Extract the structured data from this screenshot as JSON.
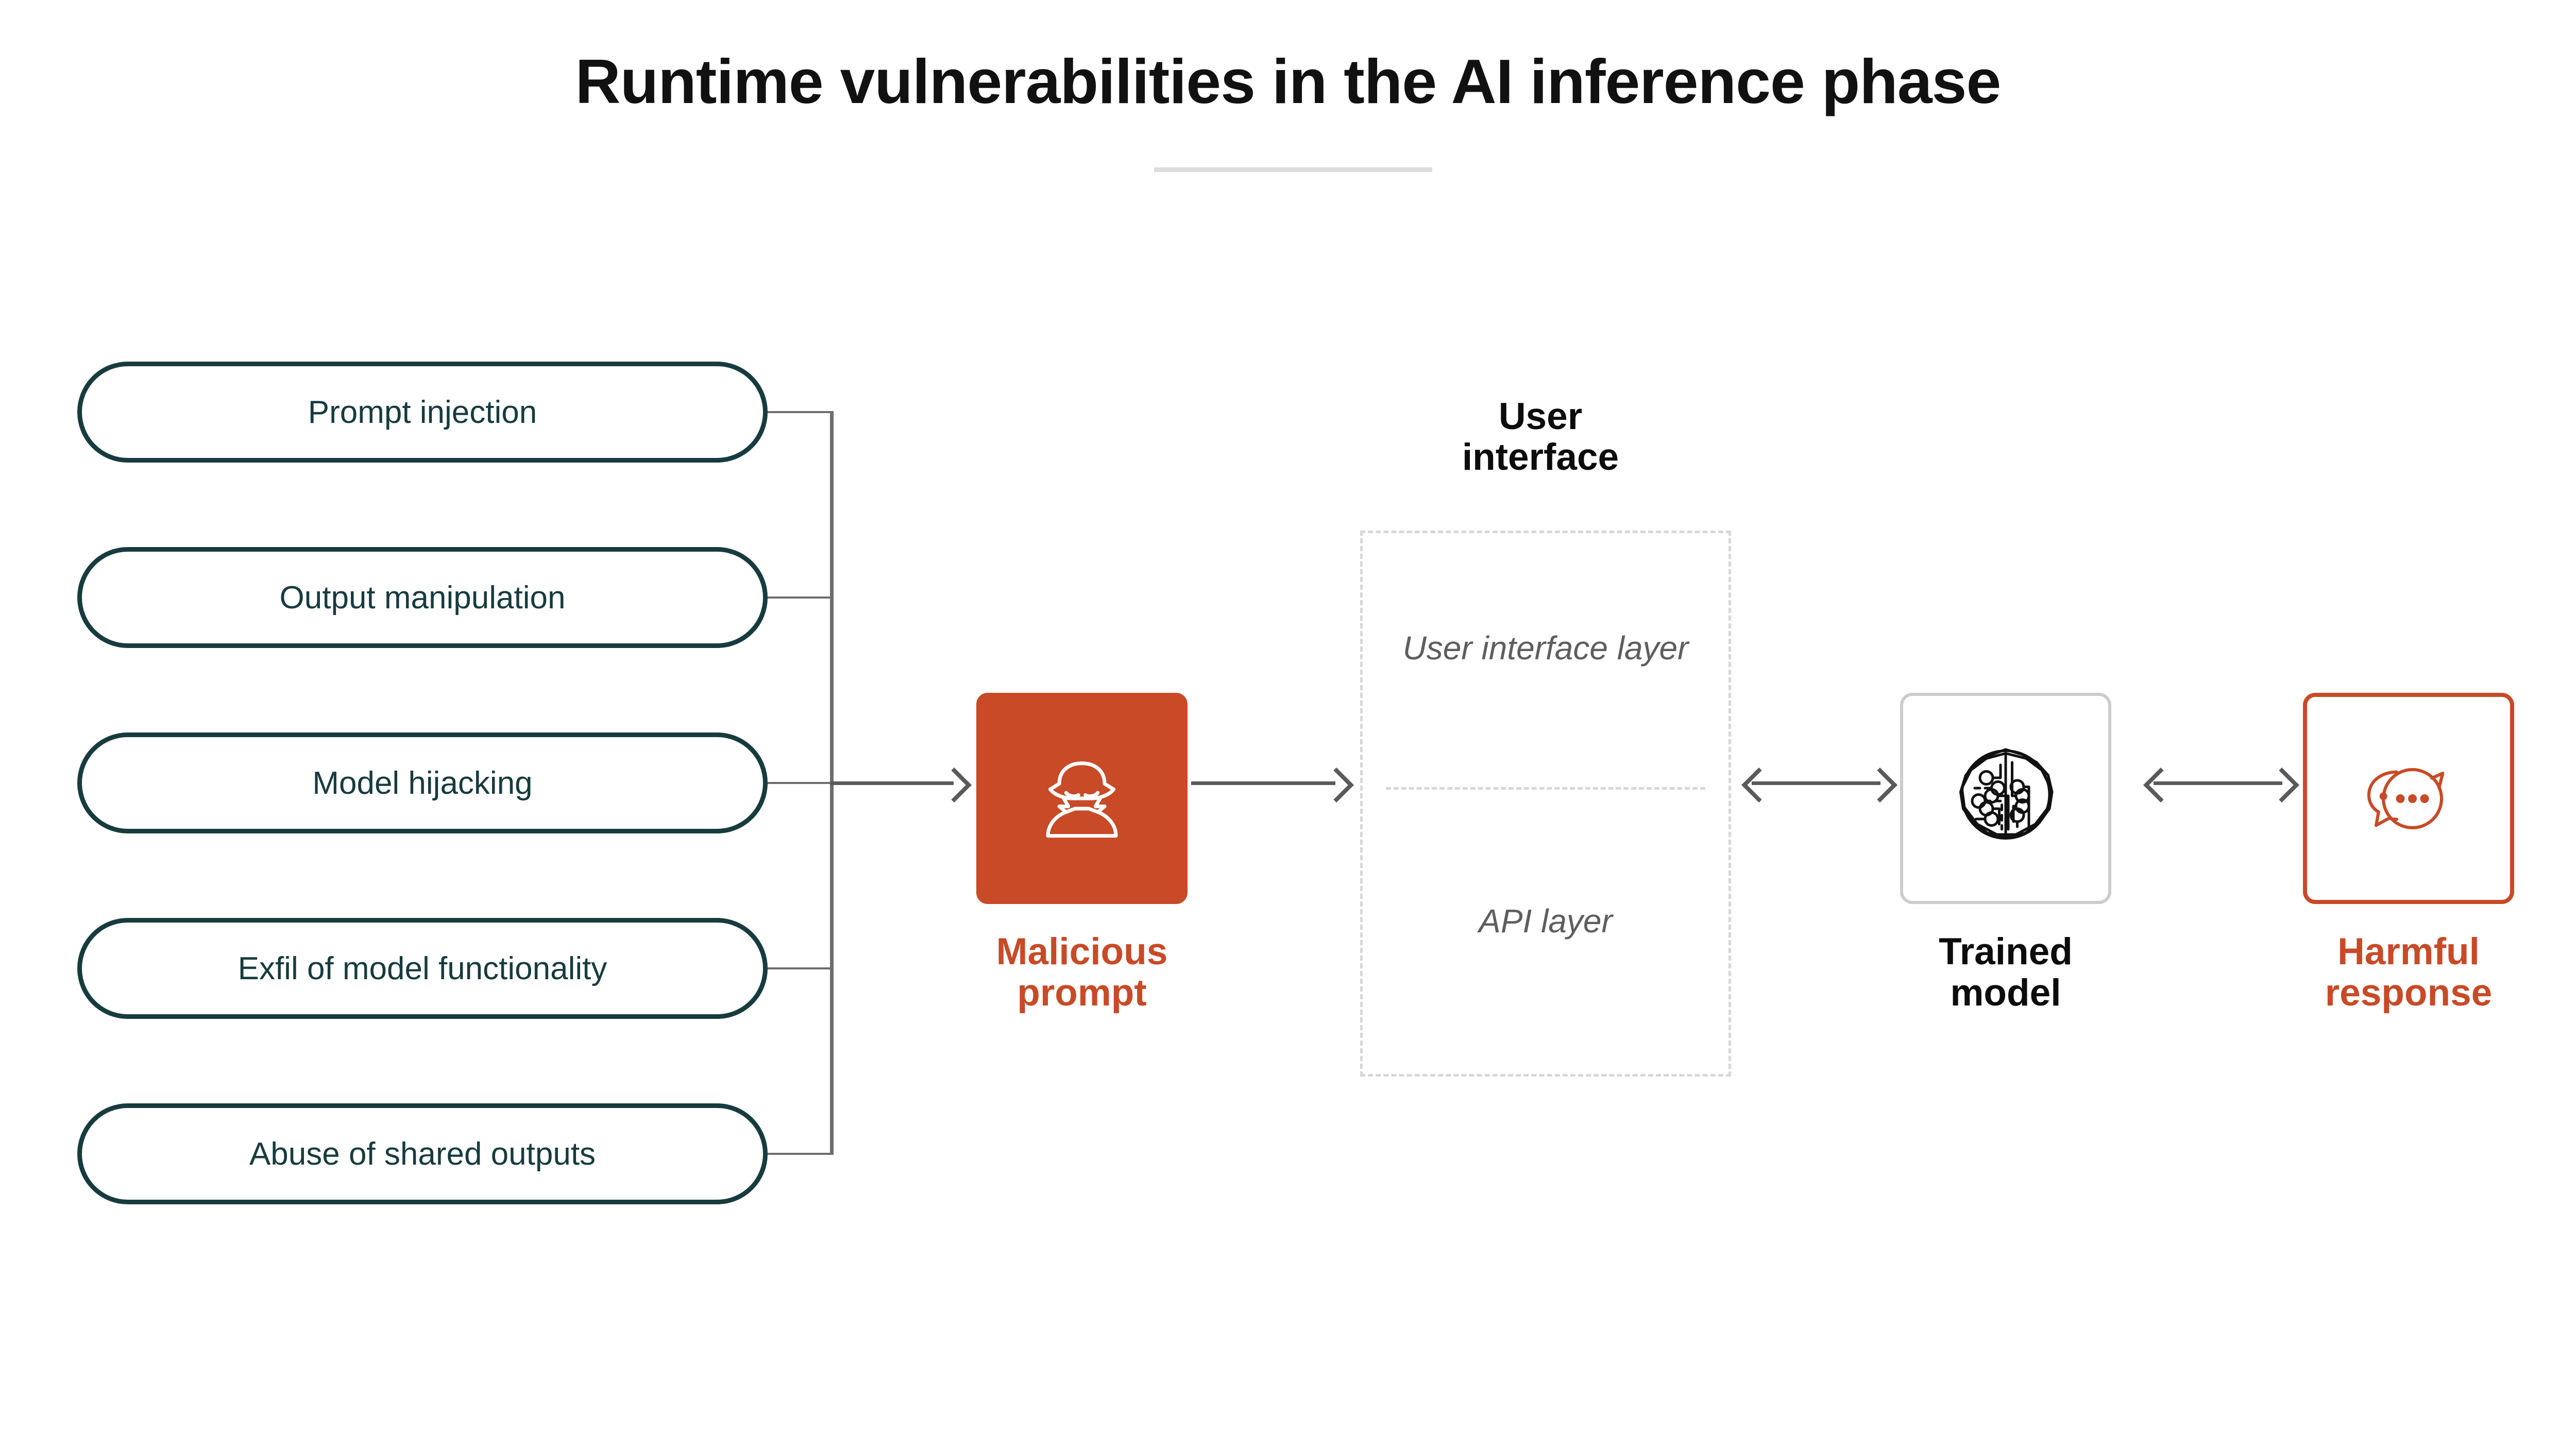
{
  "header": {
    "title": "Runtime vulnerabilities in the AI inference phase",
    "divider": "title-divider"
  },
  "colors": {
    "accent_orange": "#c84a26",
    "pill_border": "#173b3f",
    "arrow_gray": "#5a5a5a",
    "dashed_gray": "#d7d7d7",
    "box_gray": "#cccccc",
    "title_black": "#111111",
    "divider_gray": "#dcdcdc"
  },
  "vulnerabilities": [
    {
      "label": "Prompt injection"
    },
    {
      "label": "Output manipulation"
    },
    {
      "label": "Model hijacking"
    },
    {
      "label": "Exfil of model functionality"
    },
    {
      "label": "Abuse of shared outputs"
    }
  ],
  "nodes": {
    "malicious_prompt": {
      "caption_line1": "Malicious",
      "caption_line2": "prompt",
      "icon": "hacker-icon"
    },
    "user_interface": {
      "title_line1": "User",
      "title_line2": "interface",
      "layer_top": "User interface layer",
      "layer_bottom": "API layer"
    },
    "trained_model": {
      "caption_line1": "Trained",
      "caption_line2": "model",
      "icon": "ai-chip-brain-icon"
    },
    "harmful_response": {
      "caption_line1": "Harmful",
      "caption_line2": "response",
      "icon": "chat-bubbles-icon"
    }
  },
  "connectors": {
    "bracket": "vulnerability-bus",
    "arrow_to_malicious": "arrow-right",
    "arrow_malicious_to_ui": "arrow-right",
    "arrow_ui_to_model": "arrow-bidirectional",
    "arrow_model_to_response": "arrow-bidirectional"
  }
}
